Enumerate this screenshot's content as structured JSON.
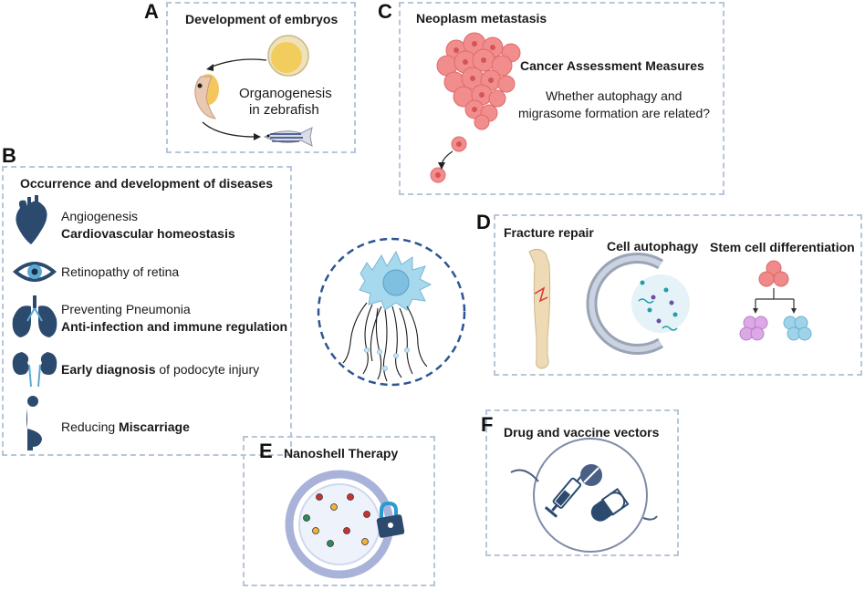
{
  "panels": {
    "A": {
      "letter": "A",
      "title": "Development of embryos",
      "caption_line1": "Organogenesis",
      "caption_line2": "in zebrafish"
    },
    "B": {
      "letter": "B",
      "title": "Occurrence and development of diseases",
      "items": [
        {
          "line1": "Angiogenesis",
          "line2": "Cardiovascular homeostasis"
        },
        {
          "line1": "Retinopathy of retina"
        },
        {
          "line1": "Preventing Pneumonia",
          "line2": "Anti-infection and immune regulation"
        },
        {
          "bold": "Early diagnosis",
          "rest": " of podocyte injury"
        },
        {
          "plain": "Reducing ",
          "bold": "Miscarriage"
        }
      ]
    },
    "C": {
      "letter": "C",
      "title": "Neoplasm metastasis",
      "subtitle": "Cancer Assessment Measures",
      "question_line1": "Whether autophagy and",
      "question_line2": "migrasome formation are related?"
    },
    "D": {
      "letter": "D",
      "label_1": "Fracture repair",
      "label_2": "Cell autophagy",
      "label_3": "Stem cell differentiation"
    },
    "E": {
      "letter": "E",
      "title": "Nanoshell Therapy"
    },
    "F": {
      "letter": "F",
      "title": "Drug and vaccine vectors"
    }
  },
  "colors": {
    "panel_border": "#b8c6da",
    "organ_blue": "#2b4a6e",
    "cancer_pink": "#f08a8a",
    "cell_blue": "#9fd3ea",
    "circle_dash": "#2d5592"
  }
}
